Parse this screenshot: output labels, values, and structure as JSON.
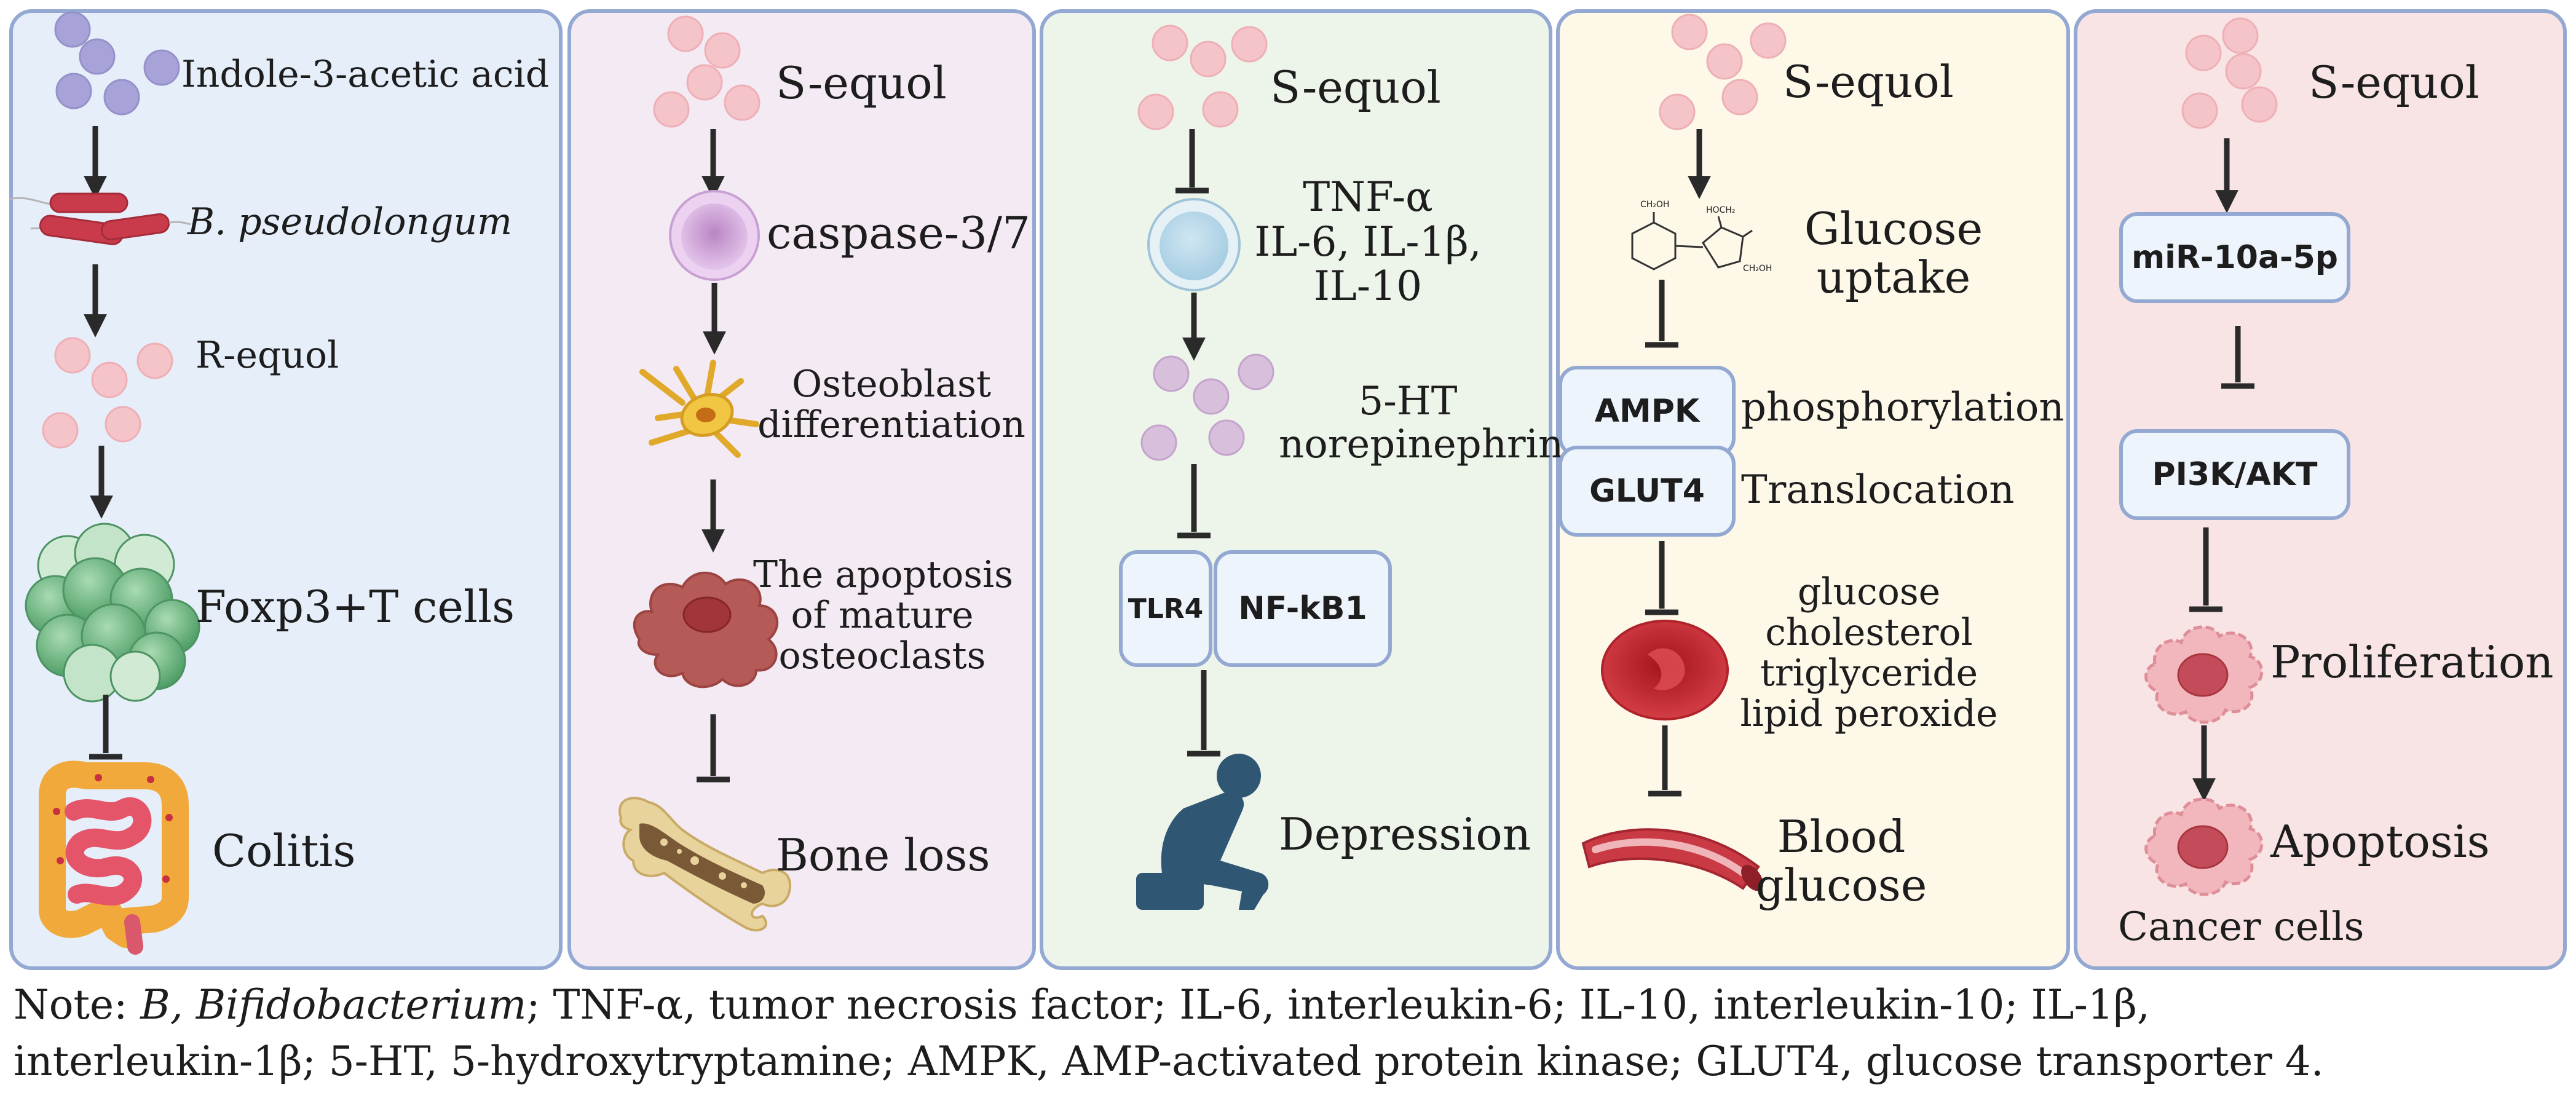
{
  "colors": {
    "panel1": "#e6eefa",
    "panel2": "#f3eaf4",
    "panel3": "#edf4ea",
    "panel4": "#fdf8e8",
    "panel5": "#f8e4e4",
    "panel_border": "#93a9d2",
    "arrow": "#2a2a2a",
    "purple_dot": "#a7a2d8",
    "pink_dot": "#f5c4c8",
    "box_fill": "#eef4fc",
    "box_border": "#93a9d2"
  },
  "panel1": {
    "indole": "Indole-3-acetic acid",
    "bacteria_abbr": "B.",
    "bacteria_species": "pseudolongum",
    "requol": "R-equol",
    "tcells": "Foxp3+T cells",
    "colitis": "Colitis"
  },
  "panel2": {
    "sequol": "S-equol",
    "caspase": "caspase-3/7",
    "osteo_l1": "Osteoblast",
    "osteo_l2": "differentiation",
    "apop_l1": "The apoptosis",
    "apop_l2": "of mature",
    "apop_l3": "osteoclasts",
    "boneloss": "Bone loss"
  },
  "panel3": {
    "sequol": "S-equol",
    "tnf": "TNF-α",
    "il": "IL-6,  IL-1β,",
    "il10": "IL-10",
    "ht": "5-HT",
    "norepi": "norepinephrine",
    "tlr4": "TLR4",
    "nfkb": "NF-kB1",
    "depression": "Depression"
  },
  "panel4": {
    "sequol": "S-equol",
    "glu_l1": "Glucose",
    "glu_l2": "uptake",
    "ampk": "AMPK",
    "phos": "phosphorylation",
    "glut4": "GLUT4",
    "trans": "Translocation",
    "l1": "glucose",
    "l2": "cholesterol",
    "l3": "triglyceride",
    "l4": "lipid peroxide",
    "blood_l1": "Blood",
    "blood_l2": "glucose",
    "chem_ch2oh_a": "CH₂OH",
    "chem_hoch2": "HOCH₂",
    "chem_ch2oh_b": "CH₂OH"
  },
  "panel5": {
    "sequol": "S-equol",
    "mir": "miR-10a-5p",
    "pi3k": "PI3K/AKT",
    "prolif": "Proliferation",
    "apop": "Apoptosis",
    "cancer": "Cancer cells"
  },
  "note": {
    "prefix": "Note: ",
    "b_abbr": "B,",
    "bifido": "Bifidobacterium",
    "line1_rest": "; TNF-α, tumor necrosis factor; IL-6, interleukin-6; IL-10, interleukin-10; IL-1β,",
    "line2": "interleukin-1β; 5-HT, 5-hydroxytryptamine; AMPK, AMP-activated protein kinase; GLUT4, glucose transporter 4."
  }
}
